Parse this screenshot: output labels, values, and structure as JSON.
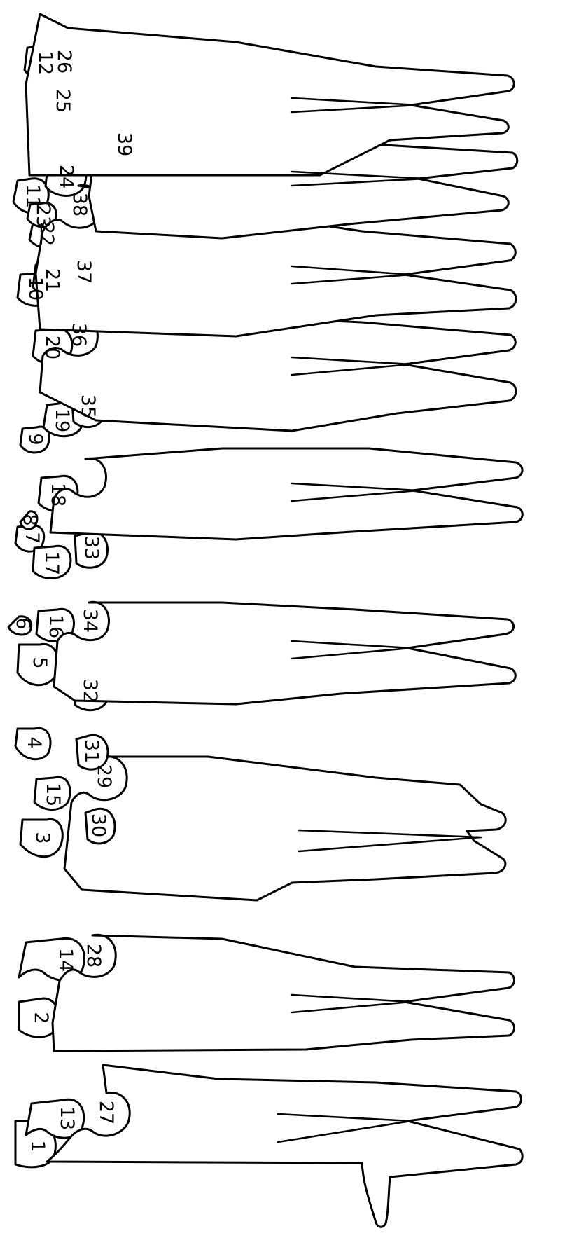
{
  "figure": {
    "labels": [
      "1",
      "2",
      "3",
      "4",
      "5",
      "6",
      "7",
      "8",
      "9",
      "10",
      "11",
      "12",
      "13",
      "14",
      "15",
      "16",
      "17",
      "18",
      "19",
      "20",
      "21",
      "22",
      "23",
      "24",
      "25",
      "26",
      "27",
      "28",
      "29",
      "30",
      "31",
      "32",
      "33",
      "34",
      "35",
      "36",
      "37",
      "38",
      "39"
    ]
  },
  "colors": {
    "line": "#000000",
    "fill": "#ffffff"
  }
}
